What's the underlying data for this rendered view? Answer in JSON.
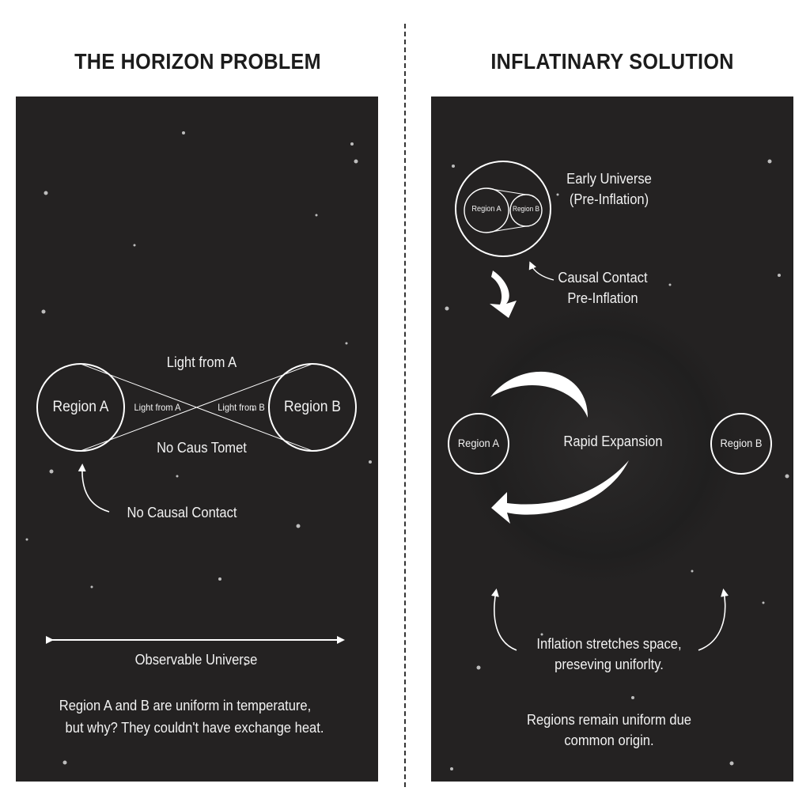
{
  "left": {
    "title": "THE HORIZON PROBLEM",
    "region_a": "Region A",
    "region_b": "Region B",
    "light_from_a_top": "Light from A",
    "light_from_a_inner": "Light from A",
    "light_from_b_inner": "Light from B",
    "no_caus_tomet": "No Caus Tomet",
    "no_causal_contact": "No Causal Contact",
    "observable_universe": "Observable Universe",
    "caption_line1": "Region A and B are uniform in temperature,",
    "caption_line2": "but why? They couldn't have exchange heat."
  },
  "right": {
    "title": "INFLATINARY SOLUTION",
    "small_region_a": "Region A",
    "small_region_b": "Region B",
    "early_universe_line1": "Early Universe",
    "early_universe_line2": "(Pre-Inflation)",
    "causal_contact_line1": "Causal Contact",
    "causal_contact_line2": "Pre-Inflation",
    "region_a": "Region A",
    "region_b": "Region B",
    "rapid_expansion": "Rapid Expansion",
    "stretch_line1": "Inflation stretches space,",
    "stretch_line2": "preseving uniforlty.",
    "uniform_line1": "Regions remain uniform due",
    "uniform_line2": "common origin."
  },
  "colors": {
    "page_background": "#ffffff",
    "panel_background": "#242222",
    "line_color": "#ffffff",
    "heading_color": "#1c1c1c"
  }
}
